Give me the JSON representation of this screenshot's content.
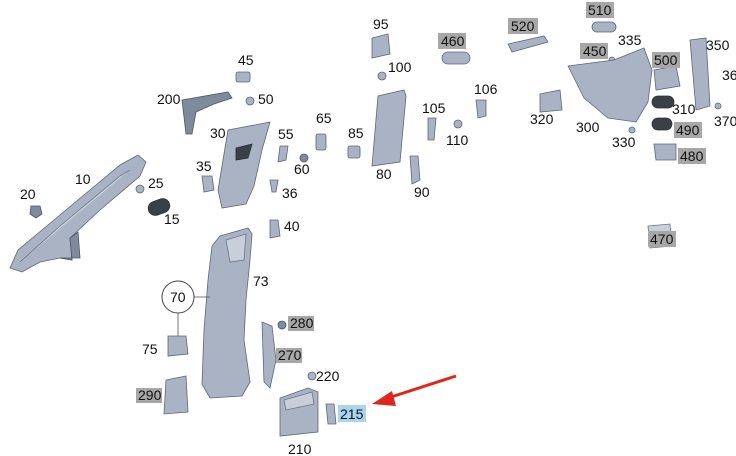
{
  "diagram": {
    "labels_plain": [
      "10",
      "15",
      "20",
      "25",
      "30",
      "35",
      "36",
      "40",
      "45",
      "50",
      "55",
      "60",
      "65",
      "70",
      "73",
      "75",
      "80",
      "85",
      "90",
      "95",
      "100",
      "105",
      "106",
      "110",
      "200",
      "210",
      "220",
      "300",
      "310",
      "320",
      "330",
      "335",
      "350",
      "36",
      "370"
    ],
    "labels_boxed": [
      "280",
      "270",
      "290",
      "460",
      "450",
      "470",
      "480",
      "490",
      "500",
      "510",
      "520"
    ],
    "label_highlighted": "215",
    "colors": {
      "part_fill": "#a9b3c4",
      "part_outline": "#5d6778",
      "label_box": "#a7a7a7",
      "highlight_box": "#a8d4ee",
      "arrow": "#e0251b"
    }
  }
}
